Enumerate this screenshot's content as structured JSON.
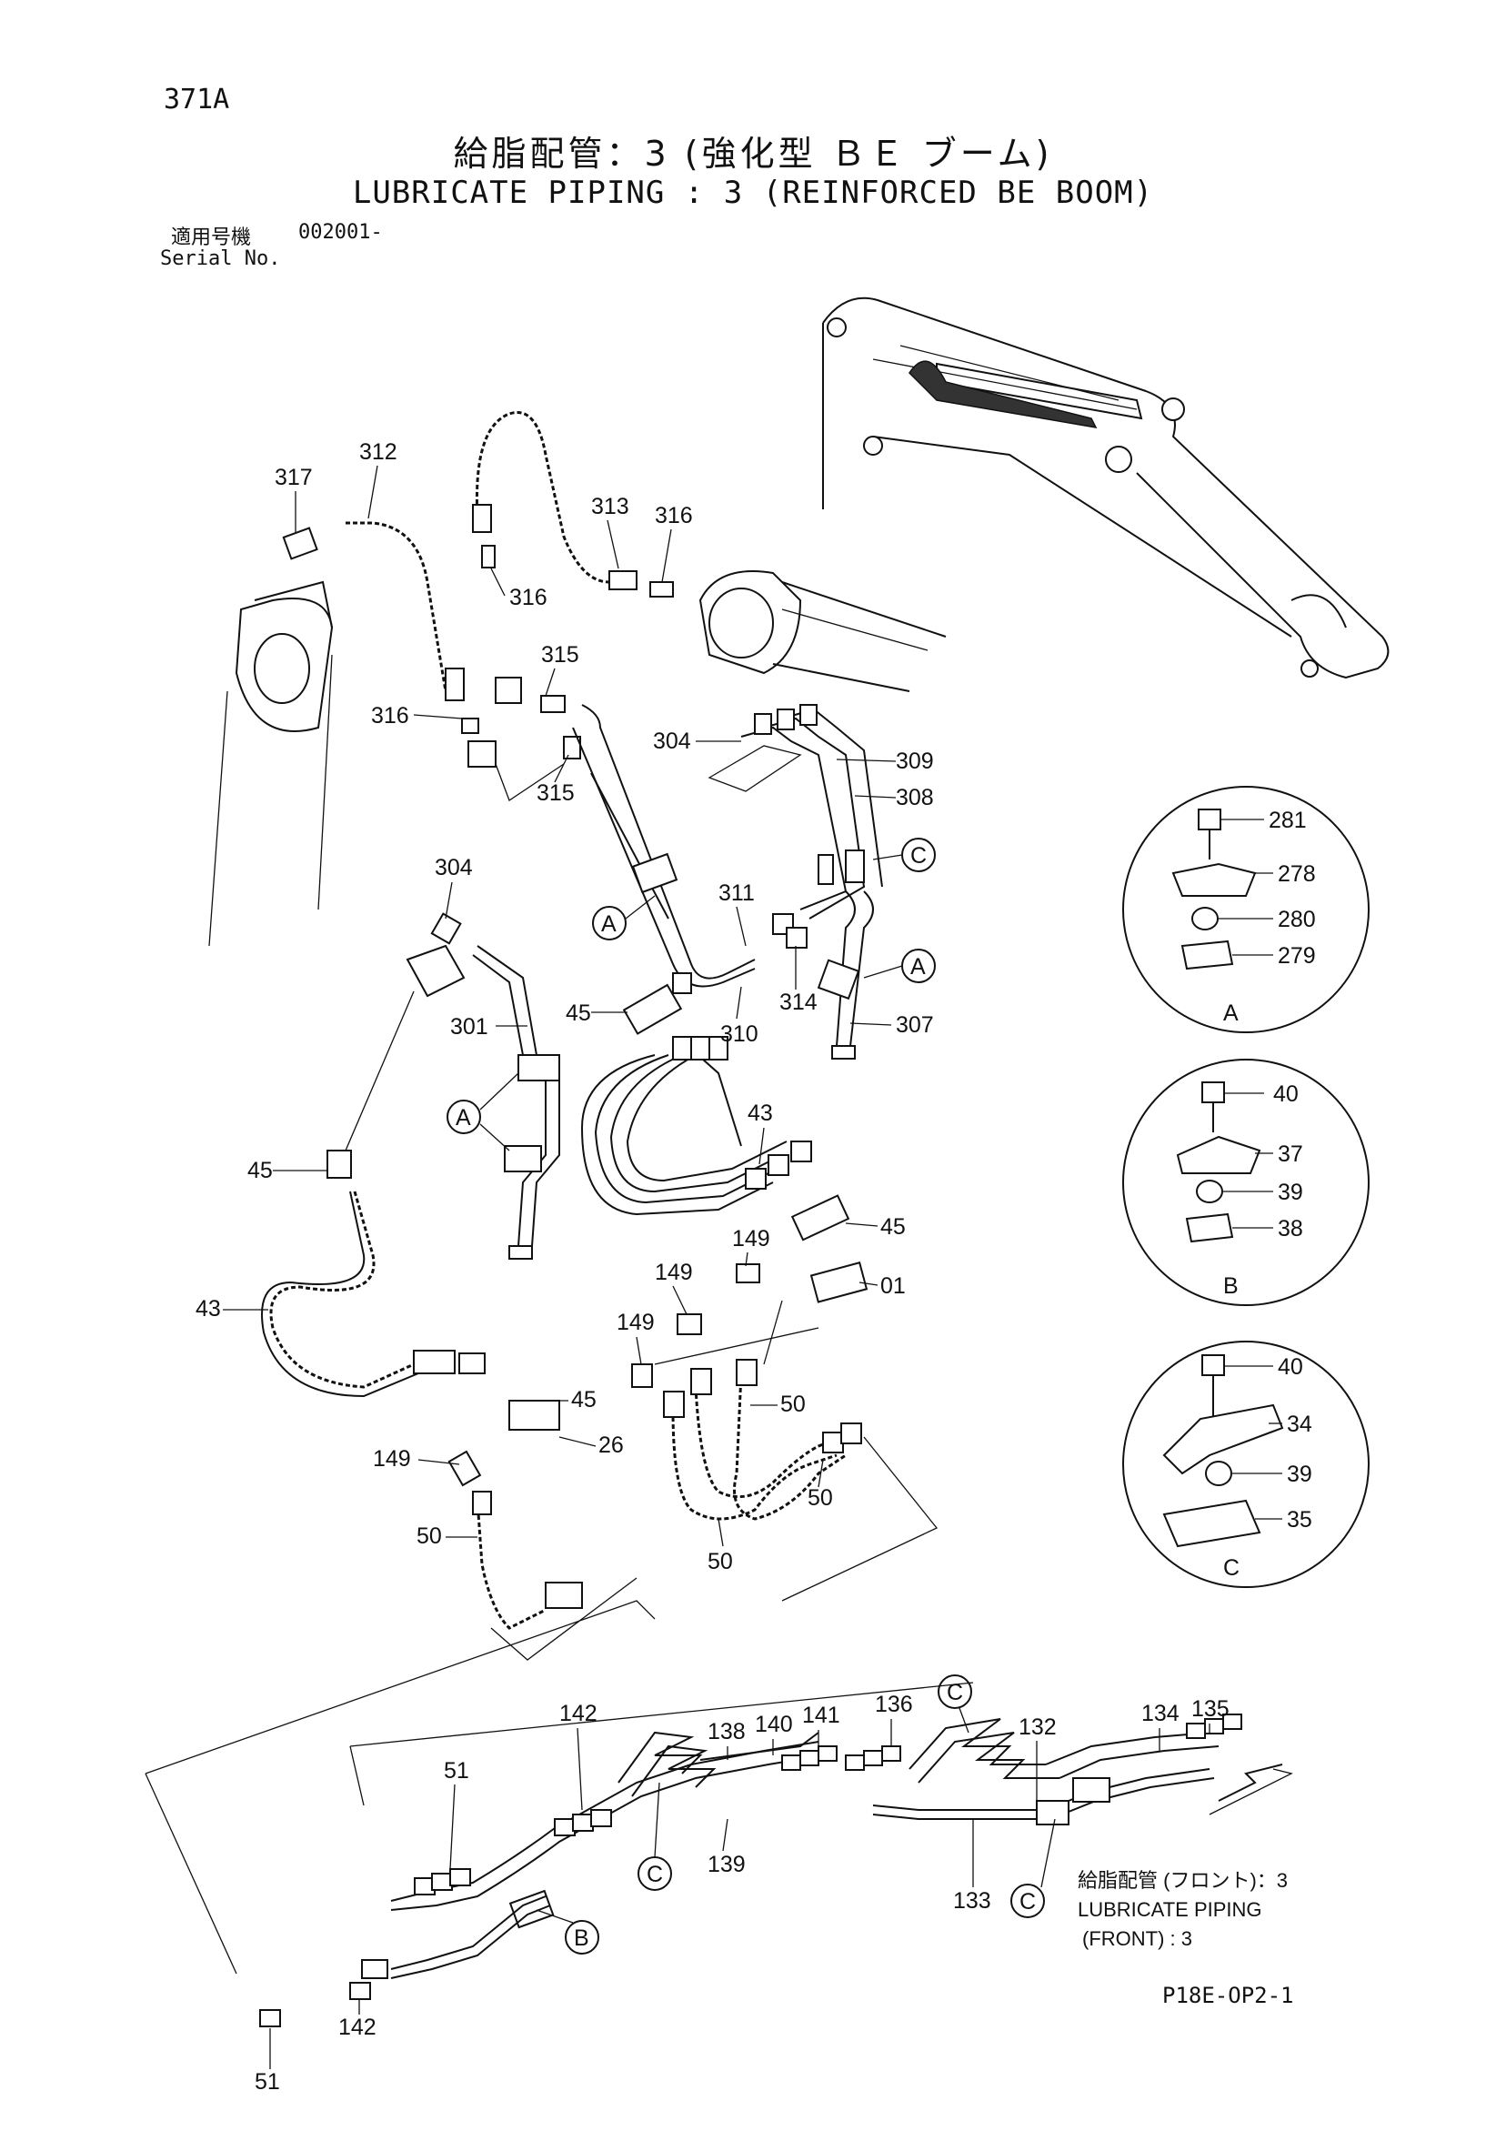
{
  "header": {
    "page_id": "371A",
    "title_jp": "給脂配管：3 (強化型 ＢＥ ブーム)",
    "title_en": "LUBRICATE PIPING : 3 (REINFORCED BE BOOM)",
    "serial_label_jp": "適用号機",
    "serial_value": "002001-",
    "serial_label_en": "Serial No."
  },
  "callouts": {
    "c317": "317",
    "c312": "312",
    "c313": "313",
    "c316a": "316",
    "c316b": "316",
    "c316c": "316",
    "c315a": "315",
    "c315b": "315",
    "c304a": "304",
    "c309": "309",
    "c308": "308",
    "c311": "311",
    "c310": "310",
    "c314": "314",
    "c307": "307",
    "c304b": "304",
    "c301": "301",
    "c45a": "45",
    "c45b": "45",
    "c45c": "45",
    "c45d": "45",
    "c43a": "43",
    "c43b": "43",
    "c149a": "149",
    "c149b": "149",
    "c149c": "149",
    "c149d": "149",
    "c01": "01",
    "c50a": "50",
    "c50b": "50",
    "c50c": "50",
    "c50d": "50",
    "c26": "26",
    "c142a": "142",
    "c142b": "142",
    "c51a": "51",
    "c51b": "51",
    "c138": "138",
    "c140": "140",
    "c141": "141",
    "c139": "139",
    "c136": "136",
    "c132": "132",
    "c134": "134",
    "c135": "135",
    "c133": "133"
  },
  "detail_views": {
    "A": {
      "label": "A",
      "parts": [
        "281",
        "278",
        "280",
        "279"
      ]
    },
    "B": {
      "label": "B",
      "parts": [
        "40",
        "37",
        "39",
        "38"
      ]
    },
    "C": {
      "label": "C",
      "parts": [
        "40",
        "34",
        "39",
        "35"
      ]
    }
  },
  "markers": {
    "a1": "A",
    "a2": "A",
    "a3": "A",
    "b1": "B",
    "c1": "C",
    "c2": "C",
    "c3": "C",
    "c4": "C"
  },
  "note": {
    "jp": "給脂配管 (フロント)：3",
    "en1": "LUBRICATE PIPING",
    "en2": "(FRONT) : 3"
  },
  "footer": {
    "drawing_code": "P18E-OP2-1"
  }
}
